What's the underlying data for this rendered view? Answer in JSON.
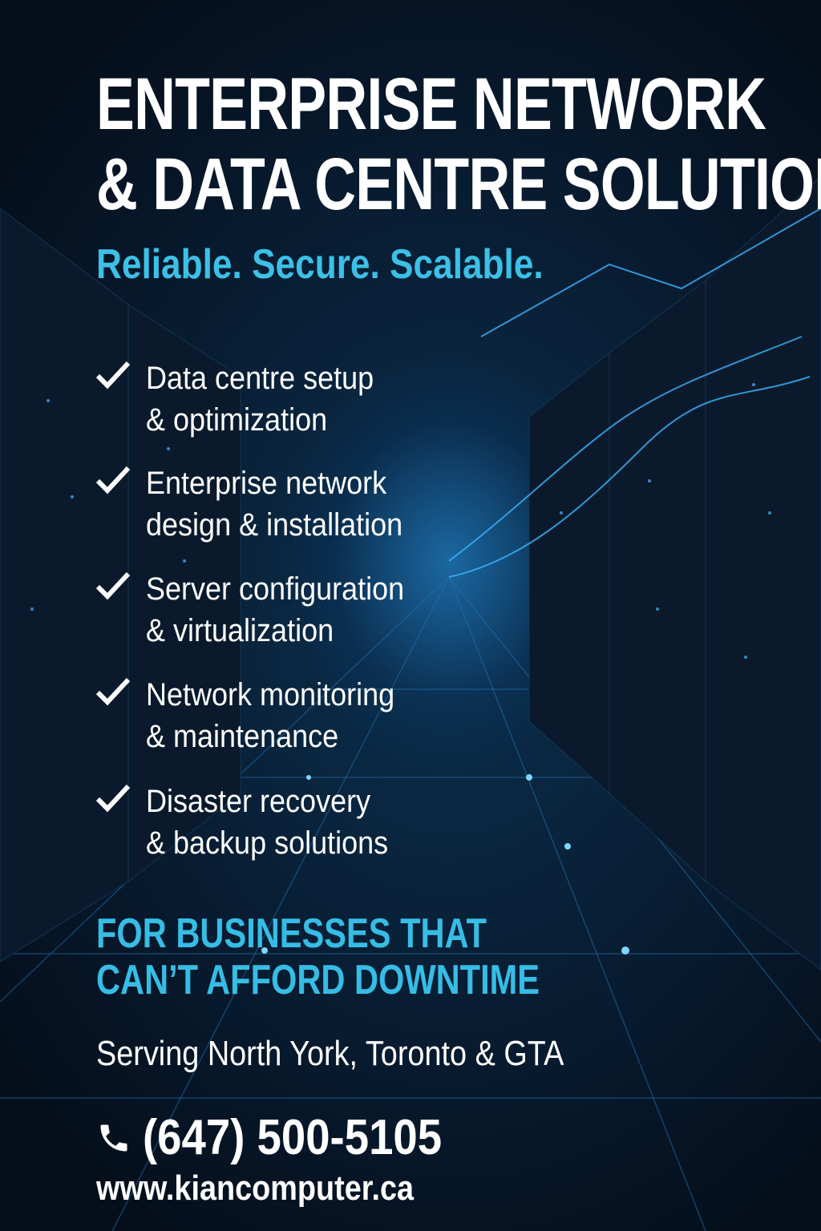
{
  "title": {
    "line1": "ENTERPRISE NETWORK",
    "line2": "& DATA CENTRE SOLUTIONS"
  },
  "tagline": "Reliable. Secure. Scalable.",
  "services": [
    {
      "line1": "Data centre setup",
      "line2": "& optimization"
    },
    {
      "line1": "Enterprise network",
      "line2": "design & installation"
    },
    {
      "line1": "Server configuration",
      "line2": "& virtualization"
    },
    {
      "line1": "Network monitoring",
      "line2": "& maintenance"
    },
    {
      "line1": "Disaster recovery",
      "line2": "& backup solutions"
    }
  ],
  "cta": {
    "line1": "FOR BUSINESSES THAT",
    "line2": "CAN’T AFFORD DOWNTIME"
  },
  "serving": "Serving North York, Toronto & GTA",
  "phone": "(647) 500-5105",
  "website": "www.kiancomputer.ca",
  "colors": {
    "accent": "#3cc0e6",
    "background": "#071421",
    "text": "#ffffff"
  }
}
